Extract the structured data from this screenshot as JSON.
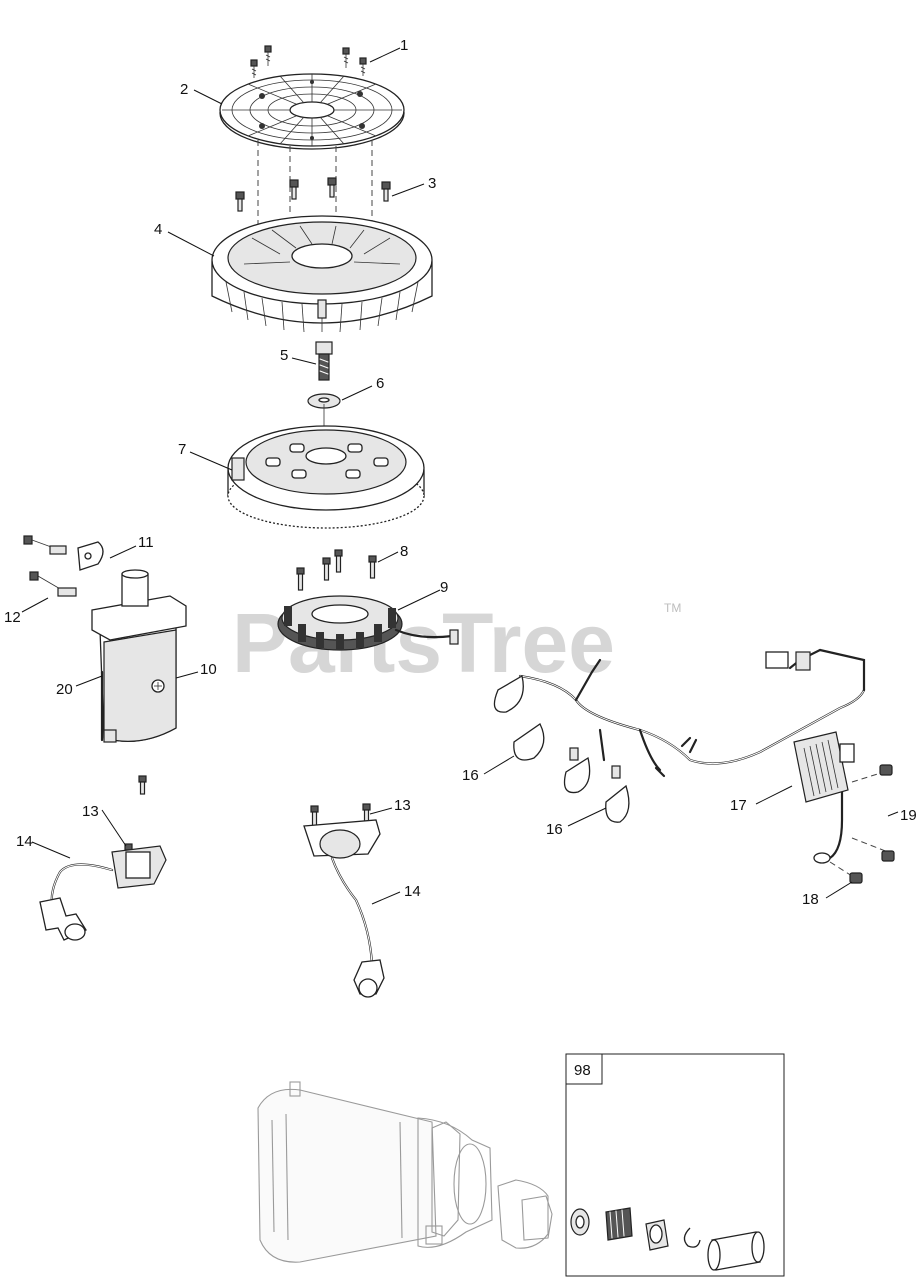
{
  "watermark": {
    "text": "PartsTree",
    "trademark": "TM"
  },
  "callouts": {
    "c1": "1",
    "c2": "2",
    "c3": "3",
    "c4": "4",
    "c5": "5",
    "c6": "6",
    "c7": "7",
    "c8": "8",
    "c9": "9",
    "c10": "10",
    "c11": "11",
    "c12": "12",
    "c13a": "13",
    "c13b": "13",
    "c14a": "14",
    "c14b": "14",
    "c16a": "16",
    "c16b": "16",
    "c17": "17",
    "c18": "18",
    "c19": "19",
    "c20": "20"
  },
  "inset": {
    "label": "98"
  }
}
